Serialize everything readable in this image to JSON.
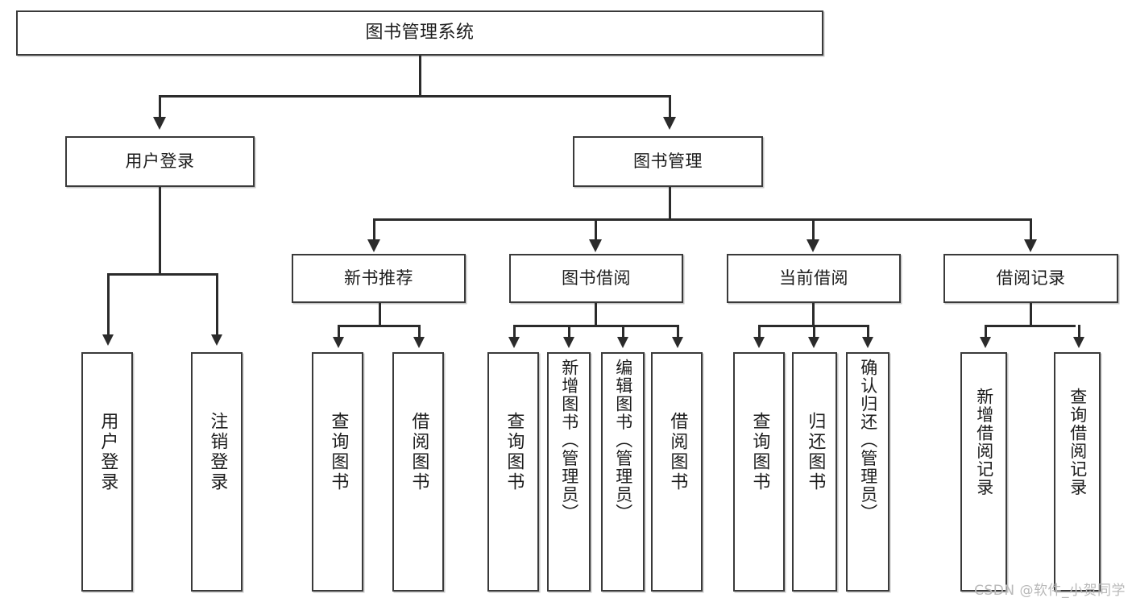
{
  "diagram": {
    "title": "图书管理系统",
    "type": "tree",
    "watermark": "CSDN @软件_小贺同学",
    "colors": {
      "box_border": "#3a3a3a",
      "connector": "#2b2b2b",
      "box_fill": "#ffffff",
      "text": "#1d1d1d",
      "watermark": "#b9b9b9"
    },
    "root": {
      "label": "图书管理系统"
    },
    "level1": [
      {
        "label": "用户登录"
      },
      {
        "label": "图书管理"
      }
    ],
    "level2": [
      {
        "label": "新书推荐"
      },
      {
        "label": "图书借阅"
      },
      {
        "label": "当前借阅"
      },
      {
        "label": "借阅记录"
      }
    ],
    "leaves": {
      "user_login": [
        {
          "label": "用户登录"
        },
        {
          "label": "注销登录"
        }
      ],
      "new_book": [
        {
          "label": "查询图书"
        },
        {
          "label": "借阅图书"
        }
      ],
      "borrow_book": [
        {
          "label": "查询图书"
        },
        {
          "label": "新增图书（管理员）"
        },
        {
          "label": "编辑图书（管理员）"
        },
        {
          "label": "借阅图书"
        }
      ],
      "current_borrow": [
        {
          "label": "查询图书"
        },
        {
          "label": "归还图书"
        },
        {
          "label": "确认归还（管理员）"
        }
      ],
      "borrow_record": [
        {
          "label": "新增借阅记录"
        },
        {
          "label": "查询借阅记录"
        }
      ]
    }
  }
}
